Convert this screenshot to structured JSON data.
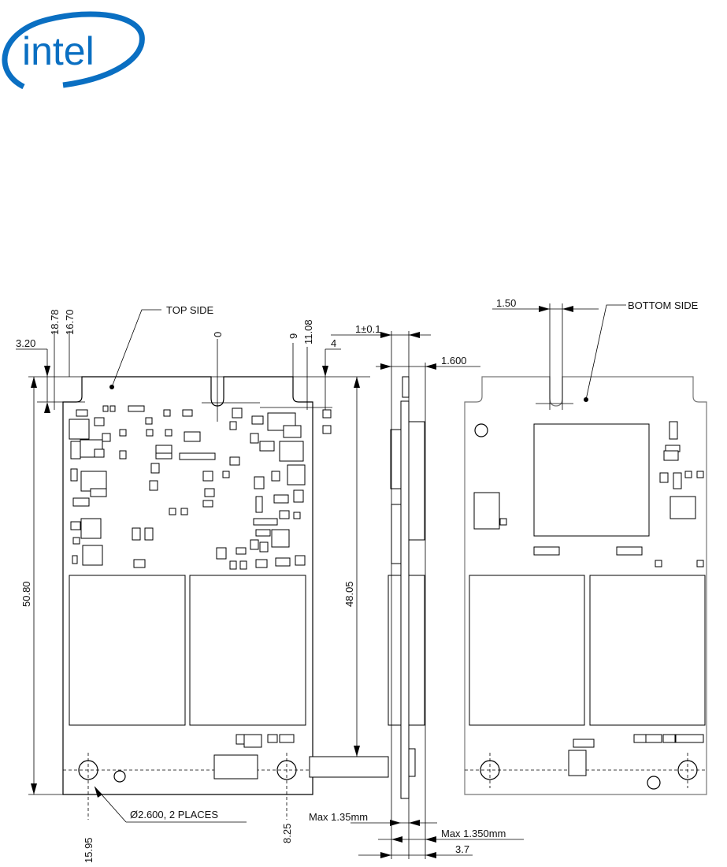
{
  "logo": {
    "text": "intel",
    "color": "#0a6fc2"
  },
  "labels": {
    "top_side": "TOP SIDE",
    "bottom_side": "BOTTOM SIDE",
    "hole_note": "Ø2.600, 2 PLACES",
    "dims": {
      "d3_20": "3.20",
      "d18_78": "18.78",
      "d16_70": "16.70",
      "d0": "0",
      "d9": "9",
      "d11_08": "11.08",
      "d4": "4",
      "d50_80": "50.80",
      "d48_05": "48.05",
      "d15_95": "15.95",
      "d8_25": "8.25",
      "d1_01": "1±0.1",
      "d1_600": "1.600",
      "d1_50": "1.50",
      "max135": "Max 1.35mm",
      "max1350": "Max 1.350mm",
      "d3_7": "3.7"
    }
  }
}
